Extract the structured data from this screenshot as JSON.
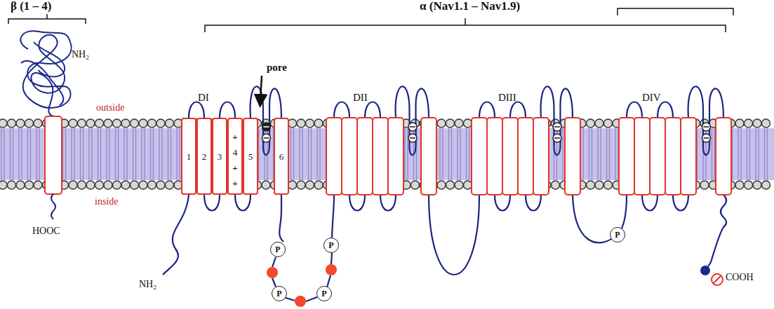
{
  "diagram": {
    "nodes": [
      {
        "text": [
          "1"
        ]
      },
      {
        "text": [
          "2"
        ]
      },
      {
        "text": [
          "3"
        ]
      },
      {
        "text": [
          "+",
          "4",
          "+",
          "+"
        ]
      },
      {
        "text": [
          "5"
        ]
      },
      {
        "text": [
          "6"
        ]
      },
      {
        "text": [
          "P"
        ]
      },
      {
        "text": [
          "P"
        ]
      },
      {
        "text": [
          "P"
        ]
      },
      {
        "text": [
          "P"
        ]
      },
      {
        "text": [
          "P"
        ]
      }
    ],
    "labels": [
      "β (1 – 4)",
      "α (Nav1.1 – Nav1.9)",
      "pore",
      "DI",
      "DII",
      "DIII",
      "DIV",
      "outside",
      "inside",
      "NH₂",
      "HOOC",
      "NH₂",
      "COOH"
    ]
  }
}
